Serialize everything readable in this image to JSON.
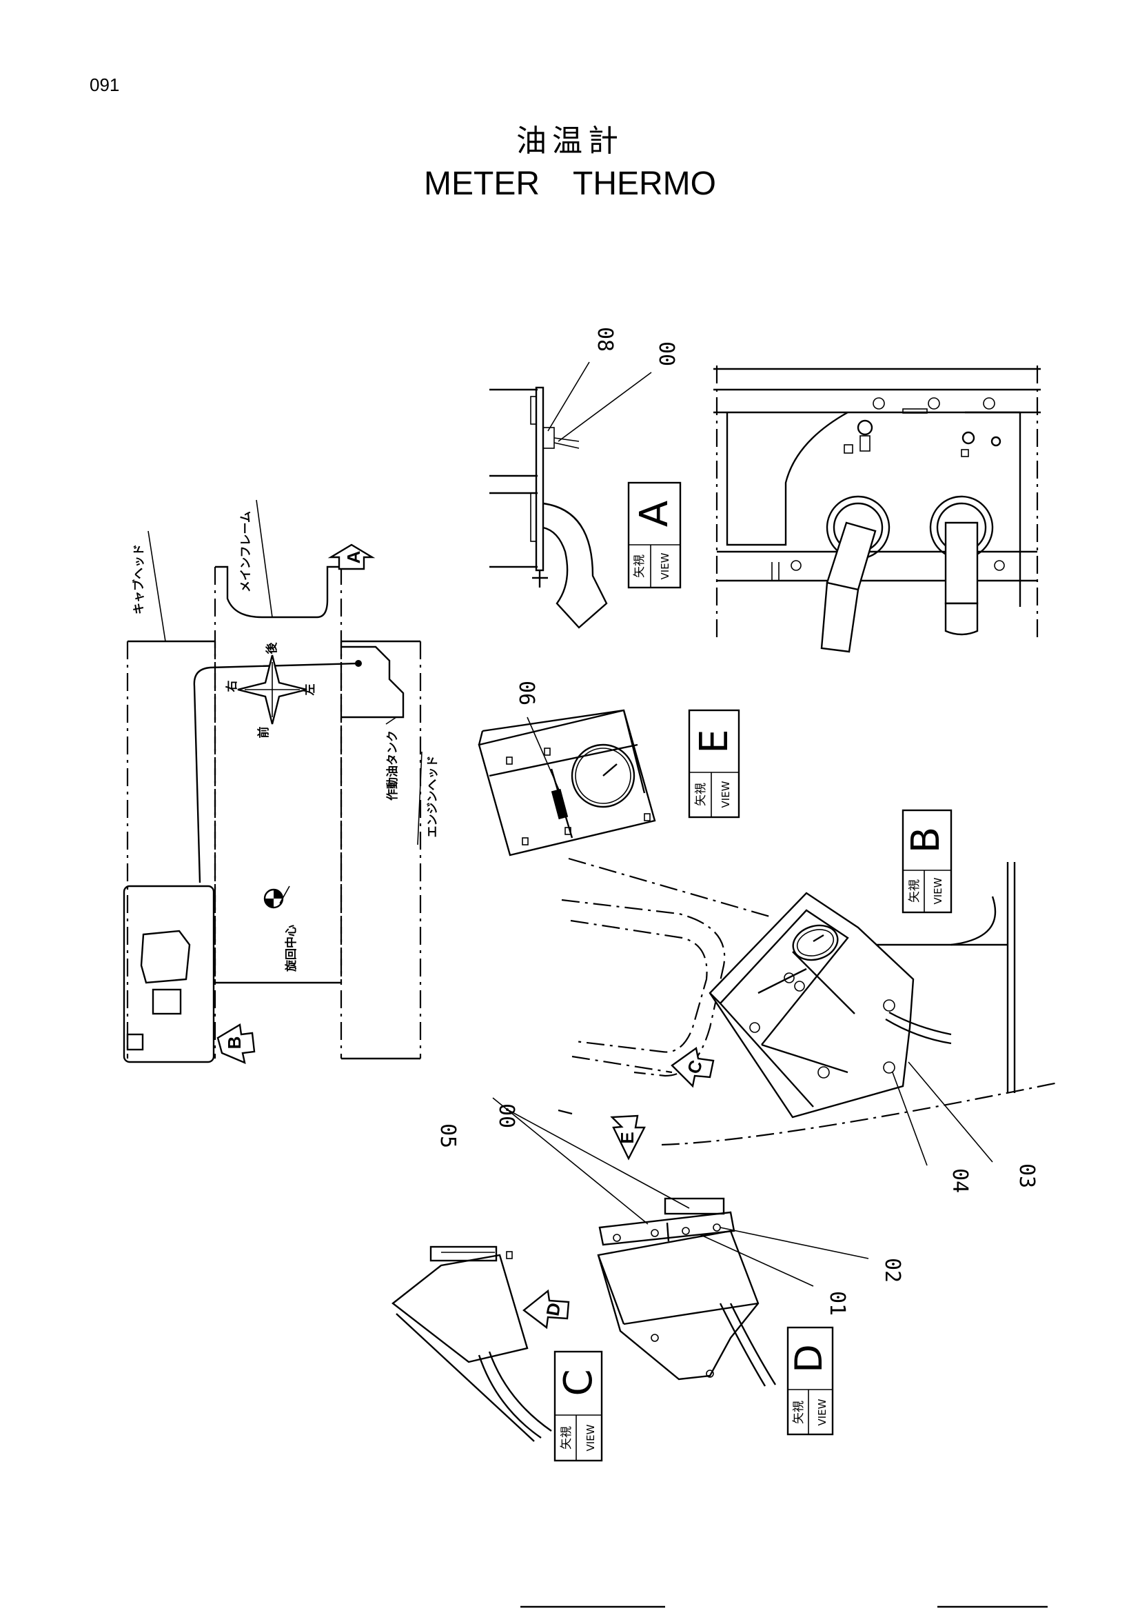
{
  "page": {
    "number": "091"
  },
  "title": {
    "ja": "油温計",
    "en": "METER　THERMO"
  },
  "part_labels": [
    "08",
    "00",
    "06",
    "05",
    "00",
    "01",
    "02",
    "03",
    "04"
  ],
  "layout_labels": {
    "cab_head": "キャブヘッド",
    "main_frame": "メインフレーム",
    "hydraulic_tank": "作動油タンク",
    "engine_head": "エンジンヘッド",
    "swing_center": "旋回中心",
    "compass": {
      "rear": "後",
      "front": "前",
      "right": "右",
      "left": "左"
    }
  },
  "views": [
    {
      "id": "A",
      "ja": "矢視",
      "en": "VIEW"
    },
    {
      "id": "E",
      "ja": "矢視",
      "en": "VIEW"
    },
    {
      "id": "B",
      "ja": "矢視",
      "en": "VIEW"
    },
    {
      "id": "C",
      "ja": "矢視",
      "en": "VIEW"
    },
    {
      "id": "D",
      "ja": "矢視",
      "en": "VIEW"
    }
  ],
  "arrow_markers": [
    "A",
    "B",
    "C",
    "E",
    "D"
  ]
}
